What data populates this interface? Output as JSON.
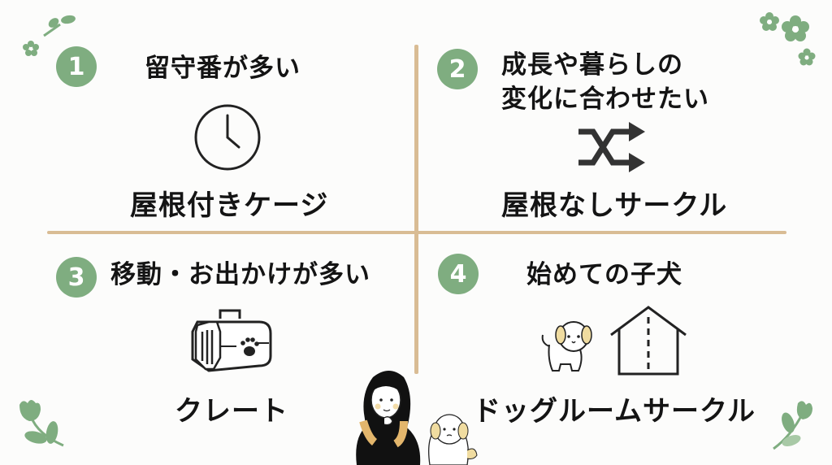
{
  "colors": {
    "accent_green": "#7fad80",
    "divider": "#d9bc94",
    "text": "#141414",
    "background": "#fcfcfb"
  },
  "quadrants": [
    {
      "number": "1",
      "title": "留守番が多い",
      "icon": "clock-icon",
      "recommendation": "屋根付きケージ"
    },
    {
      "number": "2",
      "title_line1": "成長や暮らしの",
      "title_line2": "変化に合わせたい",
      "icon": "shuffle-icon",
      "recommendation": "屋根なしサークル"
    },
    {
      "number": "3",
      "title": "移動・お出かけが多い",
      "icon": "pet-carrier-icon",
      "recommendation": "クレート"
    },
    {
      "number": "4",
      "title": "始めての子犬",
      "icon": "puppy-and-house-icon",
      "recommendation": "ドッグルームサークル"
    }
  ],
  "illustration": "woman-thinking-with-dog"
}
